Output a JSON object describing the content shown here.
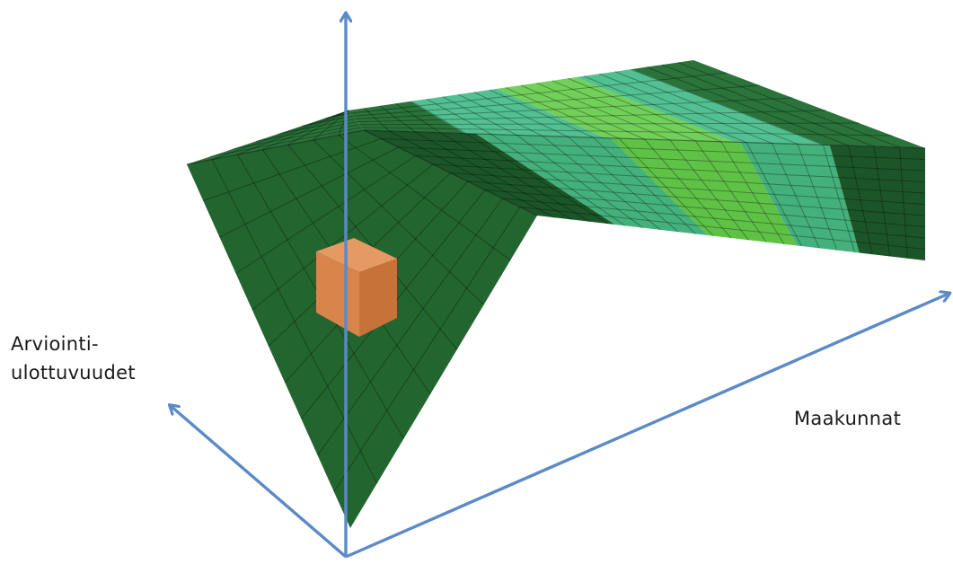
{
  "labels": {
    "dimension_axis_line1": "Arviointi-",
    "dimension_axis_line2": "ulottuvuudet",
    "region_axis": "Maakunnat"
  },
  "colors": {
    "dark_green": "#23652f",
    "dark_green_side": "#1c5628",
    "dark_green_top": "#2a733a",
    "teal_green": "#44b07c",
    "teal_green_top": "#52c090",
    "light_green": "#5fc247",
    "light_green_top": "#72d05a",
    "highlight_cube_front": "#d9844b",
    "highlight_cube_top": "#e69a63",
    "highlight_cube_side": "#c77238",
    "grid_line": "rgba(0,0,0,0.32)",
    "axis_arrow": "#5b8ac6"
  },
  "bands": [
    {
      "name": "band-1",
      "color_key": "dark_green"
    },
    {
      "name": "band-2",
      "color_key": "teal_green"
    },
    {
      "name": "band-3",
      "color_key": "light_green"
    },
    {
      "name": "band-4",
      "color_key": "teal_green"
    },
    {
      "name": "band-5",
      "color_key": "dark_green"
    }
  ]
}
